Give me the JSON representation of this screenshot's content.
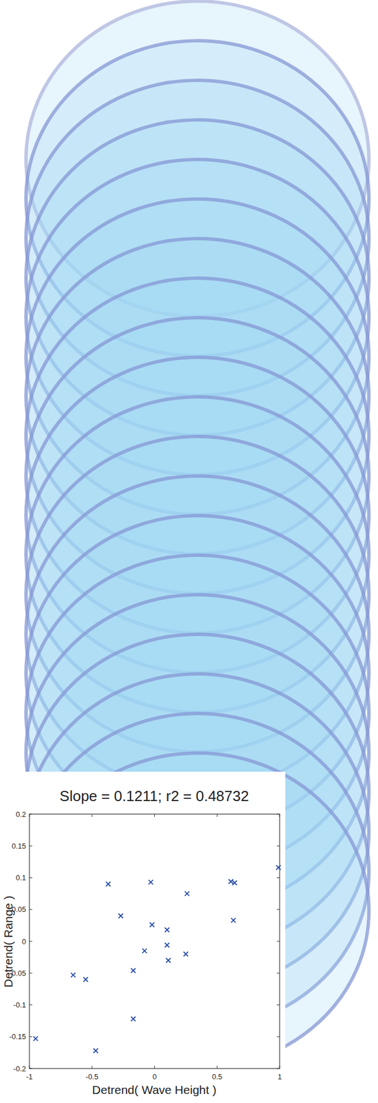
{
  "diagram": {
    "title": "Slope = 0.1211;  r2 = 0.48732",
    "labels": [
      "0.2",
      "0.15",
      "0.1",
      "0.05",
      "0",
      "-0.05",
      "-0.1",
      "-0.15",
      "-0.2",
      "-1",
      "-0.5",
      "0",
      "0.5",
      "1",
      "Detrend( Wave Height )",
      "Detrend( Range )"
    ]
  }
}
